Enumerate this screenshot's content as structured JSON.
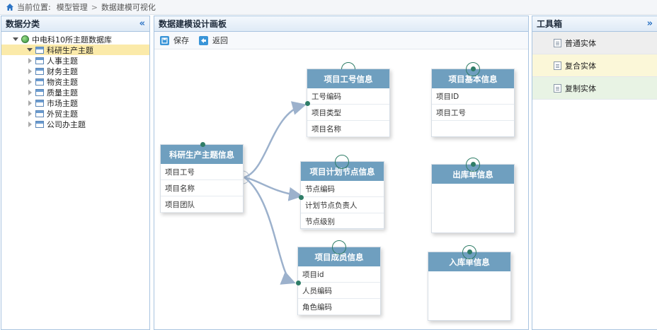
{
  "breadcrumb": {
    "label": "当前位置:",
    "items": [
      "模型管理",
      "数据建模可视化"
    ],
    "sep": ">"
  },
  "left_panel": {
    "title": "数据分类",
    "collapse": "«",
    "root": "中电科10所主题数据库",
    "items": [
      {
        "label": "科研生产主题",
        "selected": true
      },
      {
        "label": "人事主题"
      },
      {
        "label": "财务主题"
      },
      {
        "label": "物资主题"
      },
      {
        "label": "质量主题"
      },
      {
        "label": "市场主题"
      },
      {
        "label": "外贸主题"
      },
      {
        "label": "公司办主题"
      }
    ]
  },
  "design_panel": {
    "title": "数据建模设计画板",
    "toolbar": {
      "save": "保存",
      "back": "返回"
    },
    "entities": {
      "research": {
        "title": "科研生产主题信息",
        "fields": [
          "项目工号",
          "项目名称",
          "项目团队"
        ]
      },
      "project_no": {
        "title": "项目工号信息",
        "fields": [
          "工号编码",
          "项目类型",
          "项目名称"
        ]
      },
      "project_basic": {
        "title": "项目基本信息",
        "fields": [
          "项目ID",
          "项目工号",
          ""
        ]
      },
      "plan_node": {
        "title": "项目计划节点信息",
        "fields": [
          "节点编码",
          "计划节点负责人",
          "节点级别"
        ]
      },
      "outbound": {
        "title": "出库单信息",
        "fields": []
      },
      "member": {
        "title": "项目成员信息",
        "fields": [
          "项目id",
          "人员编码",
          "角色编码"
        ]
      },
      "inbound": {
        "title": "入库单信息",
        "fields": []
      }
    }
  },
  "toolbox": {
    "title": "工具箱",
    "expand": "»",
    "items": [
      {
        "label": "普通实体",
        "bg": "#eeeeee"
      },
      {
        "label": "复合实体",
        "bg": "#fbf7d8"
      },
      {
        "label": "复制实体",
        "bg": "#e8f3e4"
      }
    ]
  },
  "colors": {
    "entity_header": "#6f9fbf",
    "link": "#9cb1cc",
    "anchor": "#2f7d67",
    "selected": "#fbeaa9"
  }
}
